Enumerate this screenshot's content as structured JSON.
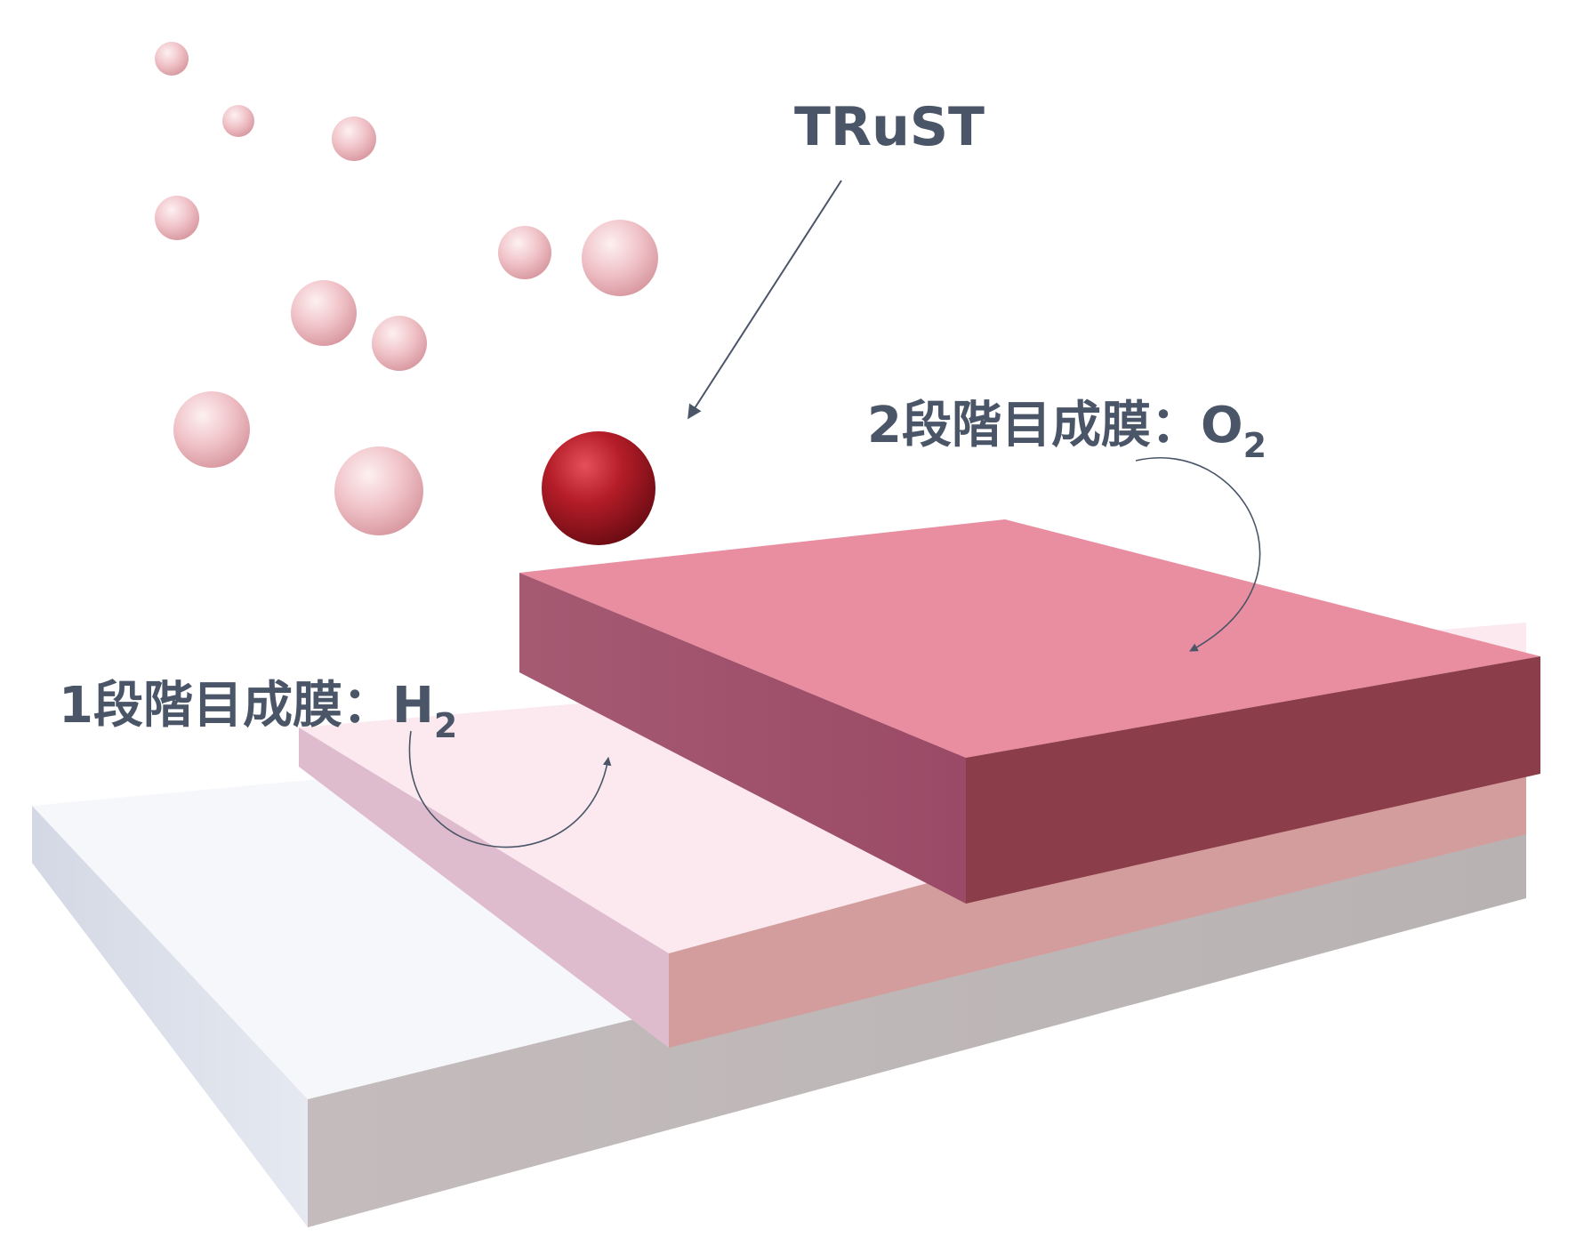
{
  "labels": {
    "trust": "TRuST",
    "step1_prefix": "1段階目成膜：H",
    "step1_subscript": "2",
    "step2_prefix": "2段階目成膜：O",
    "step2_subscript": "2"
  },
  "colors": {
    "text": "#4a5568",
    "arrow": "#4a5568",
    "substrate_top": "#f6f7fa",
    "substrate_side": "#bdb5b5",
    "layer1_top": "#fbe8ee",
    "layer1_side": "#d29b9b",
    "layer2_top": "#e88ea0",
    "layer2_front": "#8c3d4a",
    "layer2_left": "#a2526c",
    "molecule_light": "#f2c4c9",
    "molecule_dark": "#a3161f"
  }
}
